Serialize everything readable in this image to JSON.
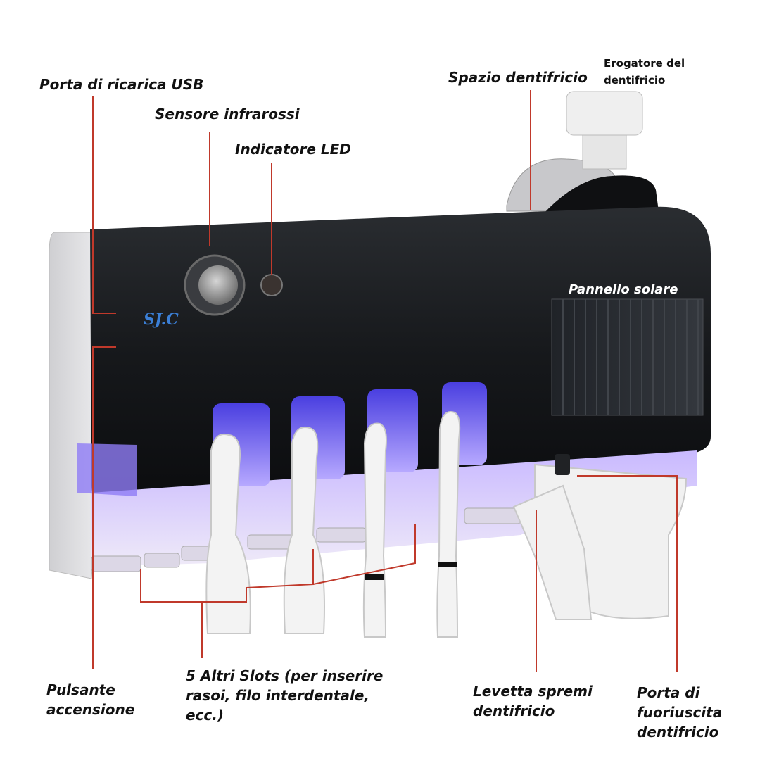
{
  "brand_logo": "SJ.C",
  "labels": {
    "usb_port": "Porta di ricarica USB",
    "ir_sensor": "Sensore infrarossi",
    "led_indicator": "Indicatore LED",
    "toothpaste_space": "Spazio dentifricio",
    "toothpaste_dispenser": "Erogatore del\ndentifricio",
    "solar_panel": "Pannello solare",
    "power_button": "Pulsante\naccensione",
    "extra_slots": "5  Altri Slots (per inserire\nrasoi, filo interdentale,\necc.)",
    "squeeze_lever": "Levetta spremi\ndentifricio",
    "outlet_port": "Porta di\nfuoriuscita\ndentifricio"
  },
  "colors": {
    "device_body": "#16181b",
    "uv_light": "#7b6cf6",
    "leader_line": "#c0392b",
    "toothbrush": "#f2f2f2"
  }
}
